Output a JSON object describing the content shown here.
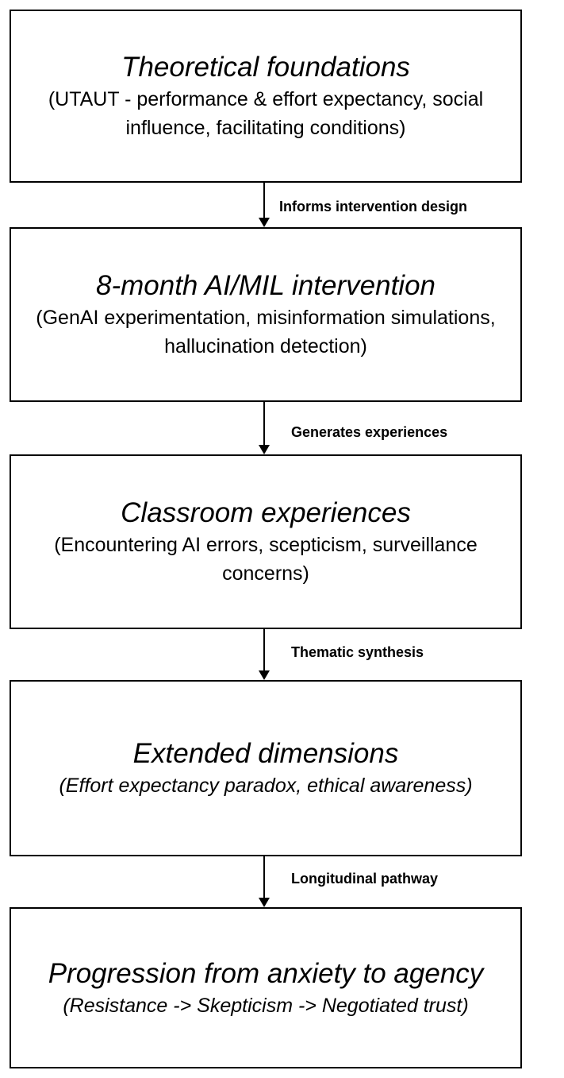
{
  "boxes": [
    {
      "title": "Theoretical foundations",
      "subtitle": "(UTAUT - performance & effort expectancy, social influence, facilitating conditions)"
    },
    {
      "title": "8-month AI/MIL intervention",
      "subtitle": "(GenAI experimentation, misinformation simulations, hallucination detection)"
    },
    {
      "title": "Classroom experiences",
      "subtitle": "(Encountering AI errors, scepticism, surveillance concerns)"
    },
    {
      "title": "Extended dimensions",
      "subtitle": "(Effort expectancy paradox, ethical awareness)"
    },
    {
      "title": "Progression from anxiety to agency",
      "subtitle": "(Resistance -> Skepticism -> Negotiated trust)"
    }
  ],
  "arrows": [
    {
      "label": "Informs intervention design"
    },
    {
      "label": "Generates experiences"
    },
    {
      "label": "Thematic synthesis"
    },
    {
      "label": "Longitudinal pathway"
    }
  ]
}
